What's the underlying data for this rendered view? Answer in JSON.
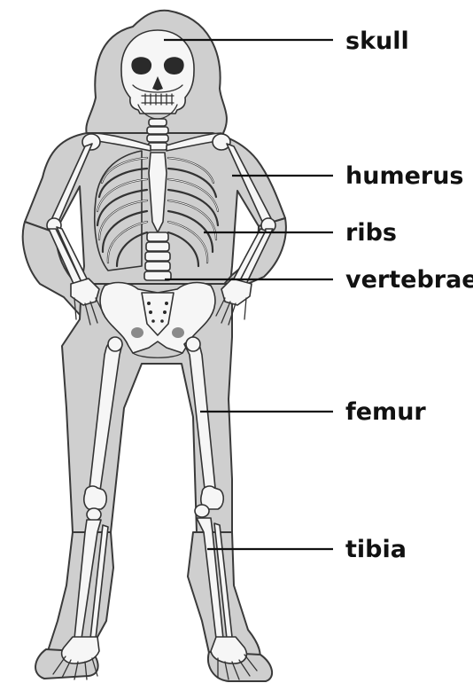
{
  "labels": {
    "skull": "skull",
    "humerus": "humerus",
    "ribs": "ribs",
    "vertebrae": "vertebrae",
    "femur": "femur",
    "tibia": "tibia"
  },
  "colors": {
    "silhouette": "#cfcfcf",
    "bone": "#f6f6f6",
    "outline": "#333333",
    "label_text": "#111111"
  }
}
